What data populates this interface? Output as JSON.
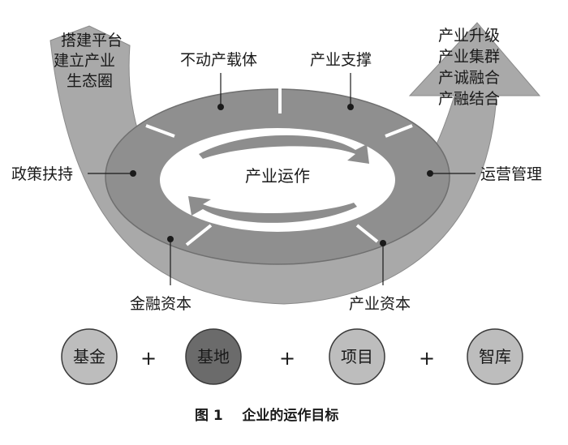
{
  "diagram": {
    "left_arrow_text": [
      "搭建平台",
      "建立产业",
      "生态圈"
    ],
    "right_arrow_text": [
      "产业升级",
      "产业集群",
      "产诚融合",
      "产融结合"
    ],
    "top_labels": [
      "不动产载体",
      "产业支撑"
    ],
    "side_labels": {
      "left": "政策扶持",
      "right": "运营管理"
    },
    "bottom_labels": [
      "金融资本",
      "产业资本"
    ],
    "center_label": "产业运作",
    "circles": [
      {
        "label": "基金",
        "fill": "#bdbdbd"
      },
      {
        "label": "基地",
        "fill": "#6b6b6b"
      },
      {
        "label": "项目",
        "fill": "#bdbdbd"
      },
      {
        "label": "智库",
        "fill": "#bdbdbd"
      }
    ],
    "plus_sign": "+",
    "caption": "图 1    企业的运作目标"
  }
}
